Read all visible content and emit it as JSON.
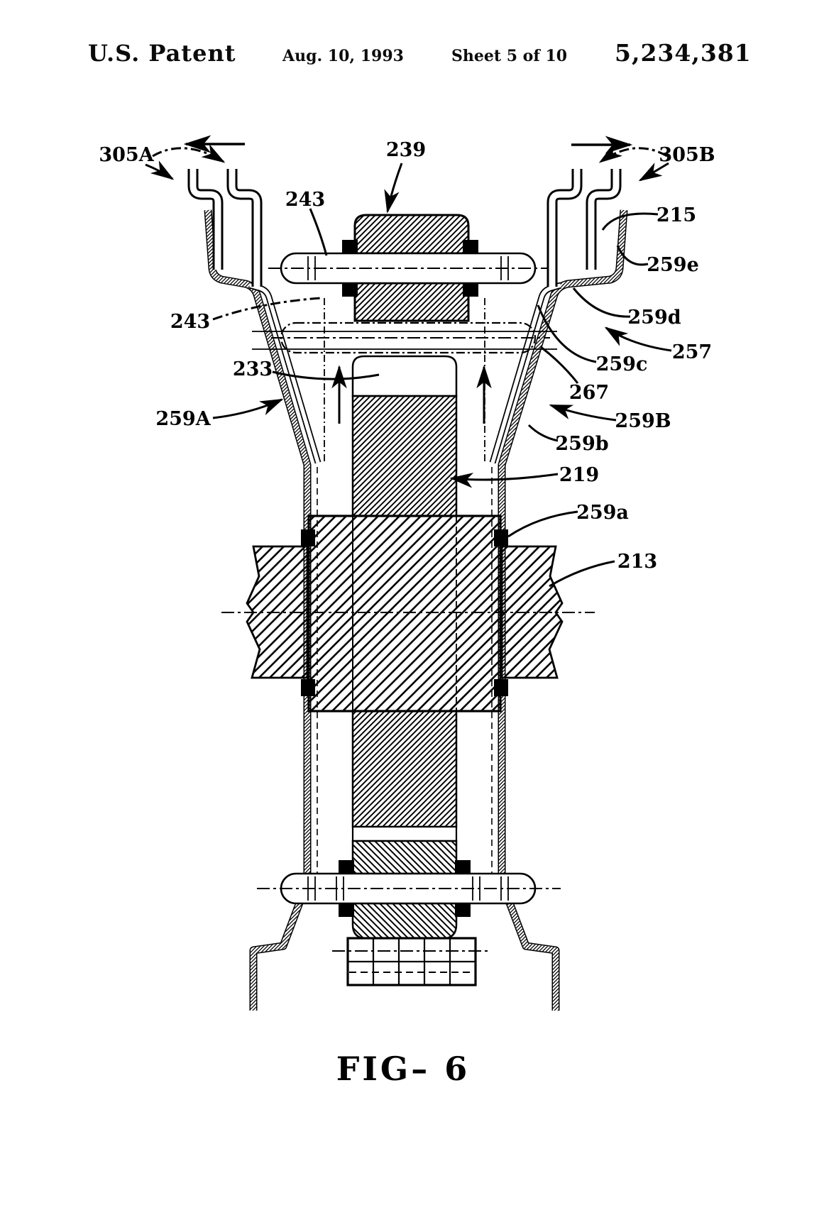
{
  "header": {
    "publication": "U.S. Patent",
    "date": "Aug. 10, 1993",
    "sheet": "Sheet 5 of 10",
    "patent_number": "5,234,381"
  },
  "figure": {
    "caption": "FIG– 6",
    "labels": [
      {
        "ref": "305A",
        "text": "305A"
      },
      {
        "ref": "239",
        "text": "239"
      },
      {
        "ref": "305B",
        "text": "305B"
      },
      {
        "ref": "243-top",
        "text": "243"
      },
      {
        "ref": "215",
        "text": "215"
      },
      {
        "ref": "259e",
        "text": "259e"
      },
      {
        "ref": "243-left",
        "text": "243"
      },
      {
        "ref": "259d",
        "text": "259d"
      },
      {
        "ref": "257",
        "text": "257"
      },
      {
        "ref": "259c",
        "text": "259c"
      },
      {
        "ref": "267",
        "text": "267"
      },
      {
        "ref": "259A",
        "text": "259A"
      },
      {
        "ref": "259B",
        "text": "259B"
      },
      {
        "ref": "259b",
        "text": "259b"
      },
      {
        "ref": "219",
        "text": "219"
      },
      {
        "ref": "259a",
        "text": "259a"
      },
      {
        "ref": "213",
        "text": "213"
      },
      {
        "ref": "233",
        "text": "233"
      }
    ]
  }
}
